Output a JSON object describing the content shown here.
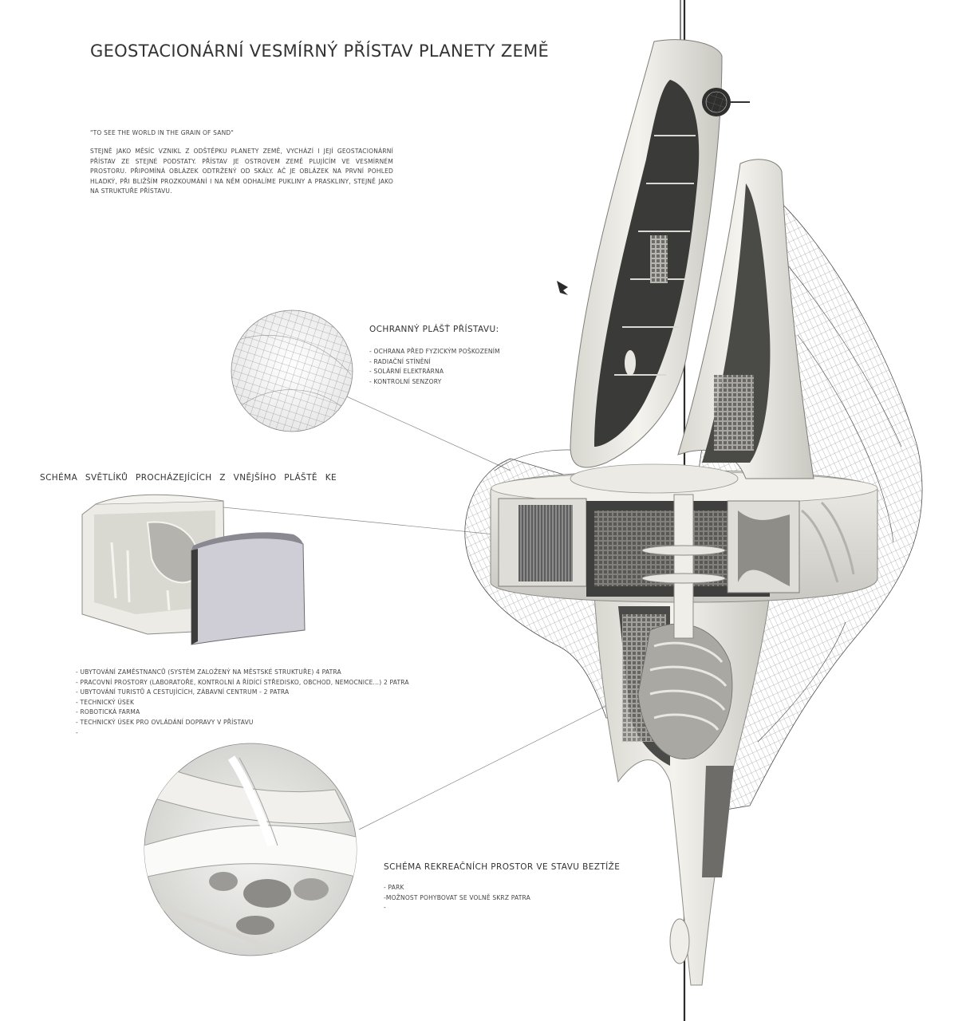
{
  "title": "GEOSTACIONÁRNÍ VESMÍRNÝ PŘÍSTAV PLANETY ZEMĚ",
  "quote": "\"TO SEE THE WORLD IN THE GRAIN OF SAND\"",
  "intro": "STEJNĚ JAKO MĚSÍC VZNIKL Z ODŠTĚPKU PLANETY ZEMĚ, VYCHÁZÍ I JEJÍ GEOSTACIONÁRNÍ PŘÍSTAV ZE STEJNÉ PODSTATY. PŘÍSTAV JE OSTROVEM ZEMĚ PLUJÍCÍM VE VESMÍRNÉM PROSTORU. PŘIPOMÍNÁ OBLÁZEK ODTRŽENÝ OD SKÁLY. AČ JE OBLÁZEK NA PRVNÍ POHLED HLADKÝ, PŘI BLIŽŠÍM PROZKOUMÁNÍ I NA NĚM ODHALÍME PUKLINY A PRASKLINY, STEJNĚ JAKO NA STRUKTUŘE PŘÍSTAVU.",
  "shell": {
    "heading": "OCHRANNÝ PLÁŠŤ PŘÍSTAVU:",
    "items": [
      "- OCHRANA PŘED FYZICKÝM POŠKOZENÍM",
      "- RADIAČNÍ STÍNĚNÍ",
      "- SOLÁRNÍ ELEKTRÁRNA",
      "- KONTROLNÍ SENZORY"
    ]
  },
  "skylights": {
    "heading": "SCHÉMA SVĚTLÍKŮ PROCHÁZEJÍCÍCH Z VNĚJŠÍHO PLÁŠTĚ KE"
  },
  "program": {
    "items": [
      "- UBYTOVÁNÍ ZAMĚSTNANCŮ (SYSTÉM ZALOŽENÝ NA MĚSTSKÉ STRUKTUŘE) 4 PATRA",
      "- PRACOVNÍ PROSTORY (LABORATOŘE, KONTROLNÍ A ŘÍDÍCÍ STŘEDISKO, OBCHOD, NEMOCNICE...) 2 PATRA",
      "- UBYTOVÁNÍ TURISTŮ A CESTUJÍCÍCH, ZÁBAVNÍ CENTRUM - 2 PATRA",
      "- TECHNICKÝ ÚSEK",
      "- ROBOTICKÁ FARMA",
      "- TECHNICKÝ ÚSEK PRO OVLÁDÁNÍ DOPRAVY V PŘÍSTAVU",
      "-"
    ]
  },
  "recreation": {
    "heading": "SCHÉMA REKREAČNÍCH PROSTOR VE STAVU BEZTÍŽE",
    "items": [
      "- PARK",
      "-MOŽNOST POHYBOVAT SE VOLNĚ SKRZ PATRA",
      "-"
    ]
  }
}
